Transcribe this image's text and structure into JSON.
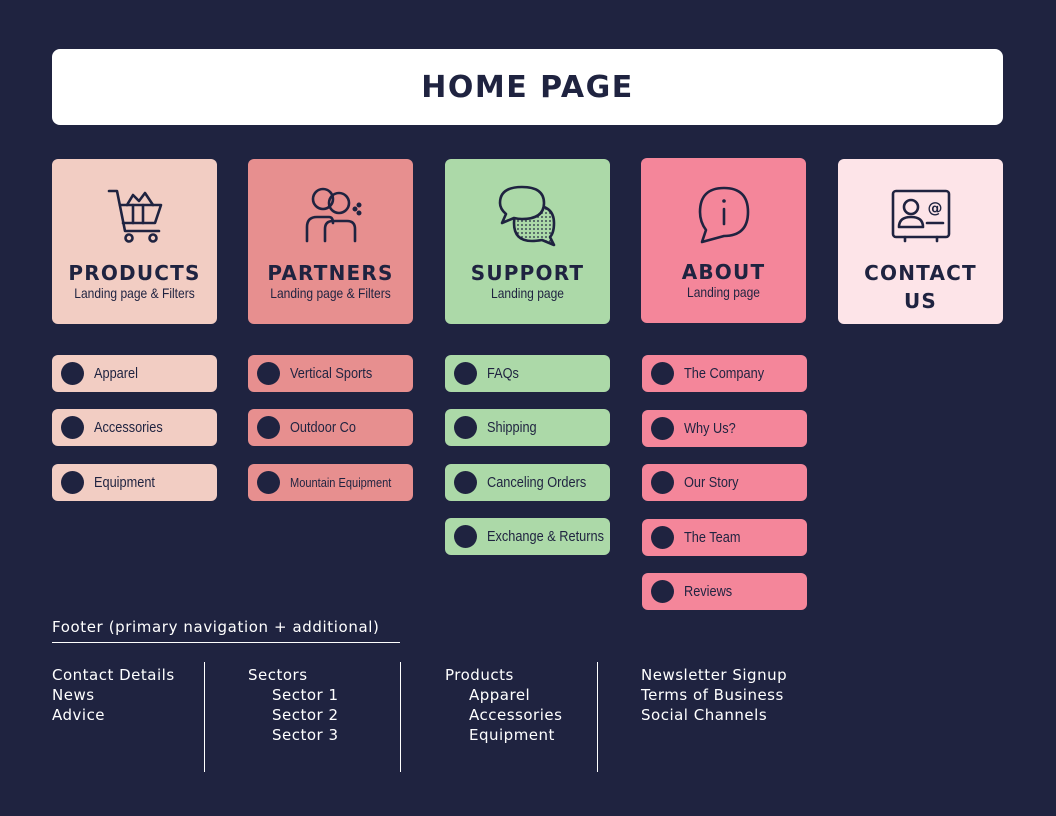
{
  "header": {
    "title": "HOME PAGE"
  },
  "colors": {
    "background": "#1f2340",
    "products": "#f2cdc3",
    "partners": "#e78f8f",
    "support": "#acd9a8",
    "about": "#f4869a",
    "contact": "#fde4e8"
  },
  "sections": [
    {
      "title": "PRODUCTS",
      "subtitle": "Landing page & Filters",
      "icon": "shopping-cart-icon",
      "items": [
        "Apparel",
        "Accessories",
        "Equipment"
      ]
    },
    {
      "title": "PARTNERS",
      "subtitle": "Landing page & Filters",
      "icon": "people-icon",
      "items": [
        "Vertical Sports",
        "Outdoor Co",
        "Mountain Equipment"
      ]
    },
    {
      "title": "SUPPORT",
      "subtitle": "Landing page",
      "icon": "chat-bubbles-icon",
      "items": [
        "FAQs",
        "Shipping",
        "Canceling Orders",
        "Exchange & Returns"
      ]
    },
    {
      "title": "ABOUT",
      "subtitle": "Landing page",
      "icon": "info-icon",
      "items": [
        "The Company",
        "Why Us?",
        "Our Story",
        "The Team",
        "Reviews"
      ]
    },
    {
      "title_line1": "CONTACT",
      "title_line2": "US",
      "icon": "contact-card-icon"
    }
  ],
  "footer": {
    "title": "Footer (primary navigation + additional)",
    "columns": [
      [
        "Contact Details",
        "News",
        "Advice"
      ],
      [
        "Sectors",
        "Sector 1",
        "Sector 2",
        "Sector 3"
      ],
      [
        "Products",
        "Apparel",
        "Accessories",
        "Equipment"
      ],
      [
        "Newsletter Signup",
        "Terms of Business",
        "Social Channels"
      ]
    ]
  }
}
